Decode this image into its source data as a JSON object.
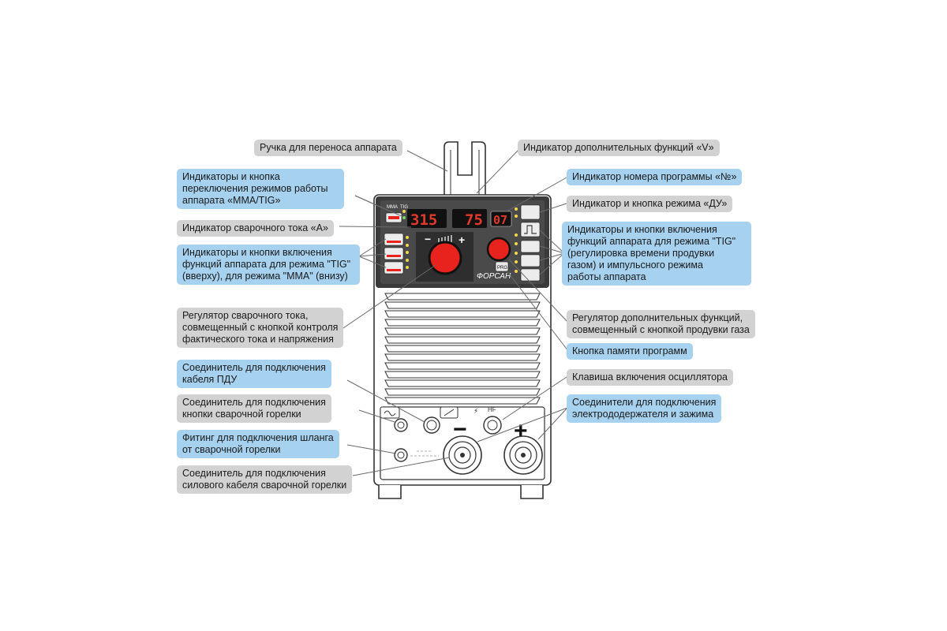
{
  "diagram": {
    "displays": {
      "current": "315",
      "voltage": "75",
      "program": "07"
    },
    "device_labels": {
      "mma": "MMA",
      "tig": "TIG",
      "brand": "ФОРСАН",
      "prg": "PRG",
      "hf": "HF",
      "minus": "−",
      "plus": "+"
    },
    "colors": {
      "accent_red": "#e8231d",
      "callout_blue": "#a6d1ef",
      "callout_gray": "#d2d2d2"
    },
    "callouts": [
      {
        "id": "handle",
        "style": "gray",
        "lines": [
          "Ручка для переноса аппарата"
        ]
      },
      {
        "id": "mode-switch",
        "style": "blue",
        "lines": [
          "Индикаторы и кнопка",
          "переключения режимов работы",
          "аппарата «MMA/TIG»"
        ]
      },
      {
        "id": "current-indicator",
        "style": "gray",
        "lines": [
          "Индикатор сварочного тока «A»"
        ]
      },
      {
        "id": "left-functions",
        "style": "blue",
        "lines": [
          "Индикаторы и кнопки включения",
          "функций аппарата для режима \"TIG\"",
          "(вверху), для режима \"MMA\" (внизу)"
        ]
      },
      {
        "id": "current-regulator",
        "style": "gray",
        "lines": [
          "Регулятор сварочного тока,",
          "совмещенный с кнопкой контроля",
          "фактического тока и напряжения"
        ]
      },
      {
        "id": "pdu-connector",
        "style": "blue",
        "lines": [
          "Соединитель для подключения",
          "кабеля ПДУ"
        ]
      },
      {
        "id": "torch-button-connector",
        "style": "gray",
        "lines": [
          "Соединитель для подключения",
          "кнопки сварочной горелки"
        ]
      },
      {
        "id": "gas-fitting",
        "style": "blue",
        "lines": [
          "Фитинг для подключения шланга",
          "от сварочной горелки"
        ]
      },
      {
        "id": "power-cable-connector",
        "style": "gray",
        "lines": [
          "Соединитель для подключения",
          "силового кабеля сварочной горелки"
        ]
      },
      {
        "id": "voltage-indicator",
        "style": "gray",
        "lines": [
          "Индикатор дополнительных функций «V»"
        ]
      },
      {
        "id": "program-indicator",
        "style": "blue",
        "lines": [
          "Индикатор номера программы «№»"
        ]
      },
      {
        "id": "remote-mode",
        "style": "gray",
        "lines": [
          "Индикатор и кнопка режима «ДУ»"
        ]
      },
      {
        "id": "right-functions",
        "style": "blue",
        "lines": [
          "Индикаторы и кнопки включения",
          "функций аппарата для режима \"TIG\"",
          "(регулировка времени продувки",
          "газом) и импульсного режима",
          "работы аппарата"
        ]
      },
      {
        "id": "extra-regulator",
        "style": "gray",
        "lines": [
          "Регулятор дополнительных функций,",
          "совмещенный с кнопкой продувки газа"
        ]
      },
      {
        "id": "program-memory",
        "style": "blue",
        "lines": [
          "Кнопка памяти программ"
        ]
      },
      {
        "id": "oscillator-switch",
        "style": "gray",
        "lines": [
          "Клавиша включения осциллятора"
        ]
      },
      {
        "id": "output-terminals",
        "style": "blue",
        "lines": [
          "Соединители для подключения",
          "электрододержателя и зажима"
        ]
      }
    ]
  }
}
